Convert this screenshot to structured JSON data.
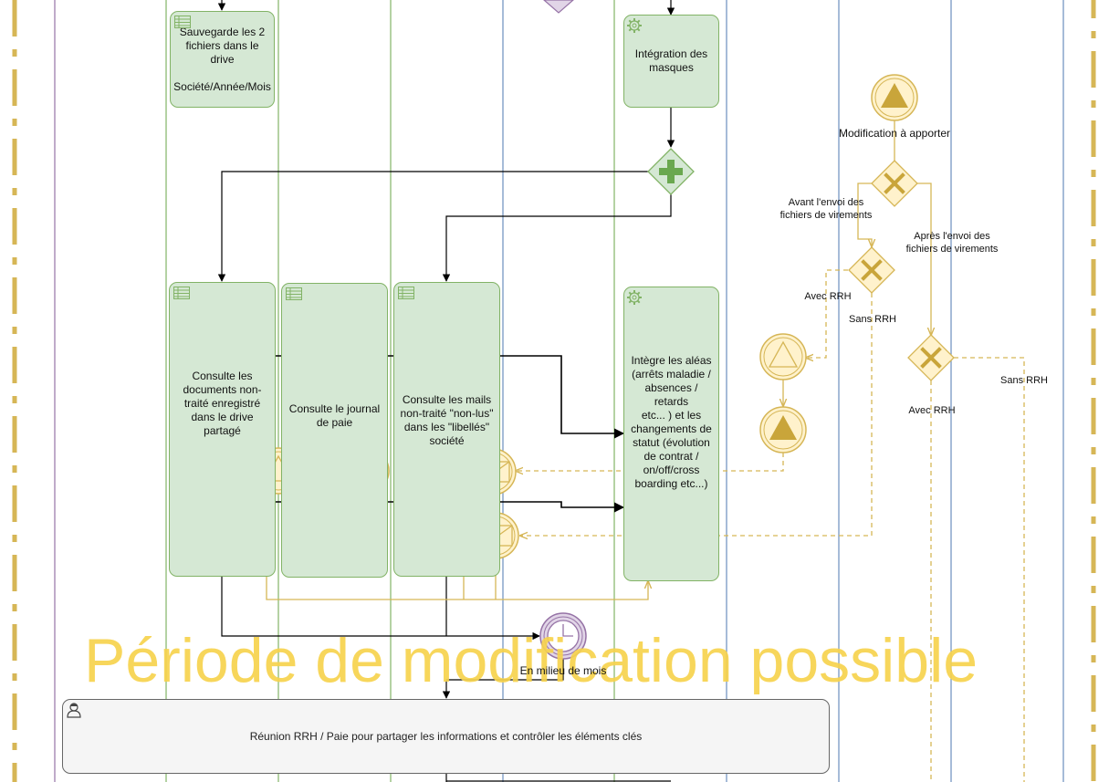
{
  "tasks": {
    "save_files": "Sauvegarde les 2\nfichiers dans le drive\n\nSociété/Année/Mois",
    "integrate_masks": "Intégration des\nmasques",
    "consult_docs": "Consulte les\ndocuments non-\ntraité enregistré\ndans le drive\npartagé",
    "consult_journal": "Consulte le journal\nde paie",
    "consult_mails": "Consulte les mails\nnon-traité \"non-lus\"\ndans les \"libellés\"\nsociété",
    "integrate_hazards": "Intègre les aléas\n(arrêts maladie /\nabsences / retards\netc... ) et les\nchangements de\nstatut (évolution\nde contrat /\non/off/cross\nboarding etc...)"
  },
  "meeting": {
    "label": "Réunion RRH / Paie pour partager les informations et contrôler les éléments clés"
  },
  "labels": {
    "modification": "Modification à apporter",
    "before_transfer": "Avant l'envoi des\nfichiers de virements",
    "after_transfer": "Après l'envoi des\nfichiers de virements",
    "with_rrh_1": "Avec RRH",
    "without_rrh_1": "Sans RRH",
    "with_rrh_2": "Avec RRH",
    "without_rrh_2": "Sans RRH",
    "mid_month": "En milieu de mois"
  },
  "watermark": "Période de modification possible",
  "colors": {
    "task_fill": "#d5e8d4",
    "task_stroke": "#82b366",
    "event_fill": "#fff2cc",
    "event_stroke": "#d6b656",
    "event_symbol": "#c9a53a",
    "timer_fill": "#e1d5e7",
    "timer_stroke": "#9673a6",
    "watermark": "#f7d34e",
    "lane_green": "#82b366",
    "lane_blue": "#6c8ebf",
    "lane_purple": "#9673a6",
    "pool_dash": "#d6b656"
  },
  "icons": {
    "table": "table-icon",
    "gear": "gear-icon",
    "user": "user-icon",
    "envelope": "envelope-icon",
    "triangle": "triangle-icon",
    "clock": "clock-icon",
    "plus": "plus-icon",
    "x": "x-icon"
  }
}
